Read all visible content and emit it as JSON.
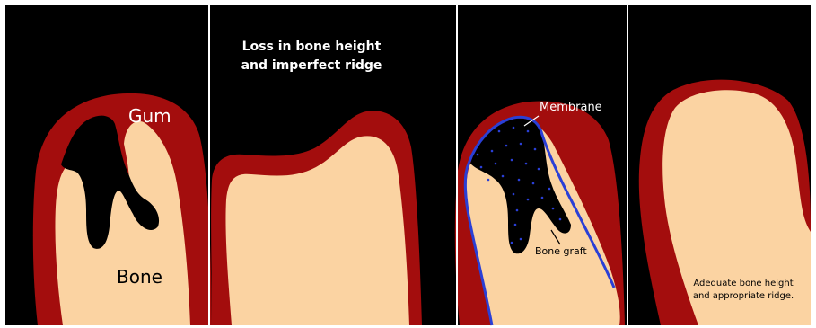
{
  "labels": {
    "loss_line1": "Loss in bone height",
    "loss_line2": "and imperfect ridge",
    "gum": "Gum",
    "bone": "Bone",
    "membrane": "Membrane",
    "bone_graft": "Bone graft",
    "adequate_line1": "Adequate bone height",
    "adequate_line2": "and appropriate ridge."
  },
  "colors": {
    "background": "#000000",
    "gum": "#a30d0d",
    "bone": "#fbd3a2",
    "graft": "#000000",
    "graft_dots": "#2a3fd6",
    "membrane": "#2a3fd6",
    "border": "#ffffff"
  }
}
